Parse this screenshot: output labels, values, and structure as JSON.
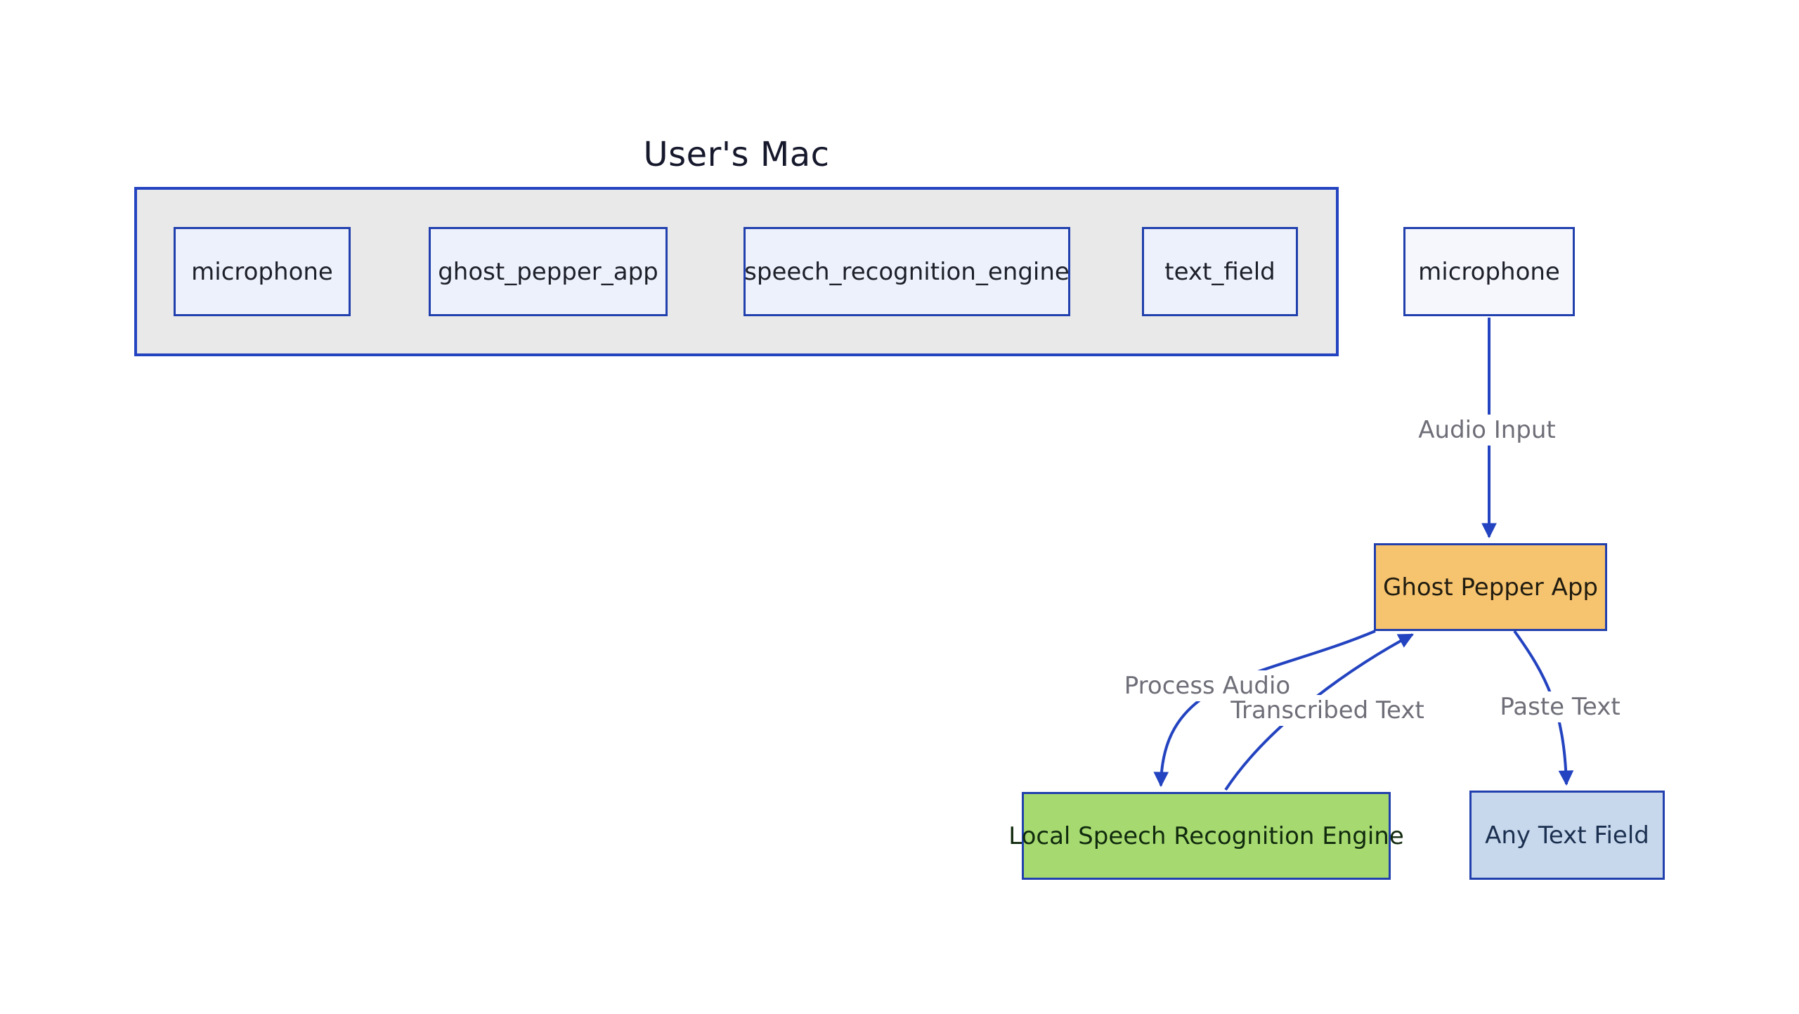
{
  "diagram": {
    "title": "User's Mac",
    "cluster": {
      "label": "User's Mac",
      "nodes": [
        {
          "id": "microphone",
          "label": "microphone"
        },
        {
          "id": "ghost_pepper_app",
          "label": "ghost_pepper_app"
        },
        {
          "id": "speech_recognition_engine",
          "label": "speech_recognition_engine"
        },
        {
          "id": "text_field",
          "label": "text_field"
        }
      ]
    },
    "nodes": [
      {
        "id": "microphone",
        "label": "microphone"
      },
      {
        "id": "ghost_pepper_app",
        "label": "Ghost Pepper App"
      },
      {
        "id": "local_speech_recognition_engine",
        "label": "Local Speech Recognition Engine"
      },
      {
        "id": "any_text_field",
        "label": "Any Text Field"
      }
    ],
    "edges": [
      {
        "from": "microphone",
        "to": "ghost_pepper_app",
        "label": "Audio Input"
      },
      {
        "from": "ghost_pepper_app",
        "to": "local_speech_recognition_engine",
        "label": "Process Audio"
      },
      {
        "from": "local_speech_recognition_engine",
        "to": "ghost_pepper_app",
        "label": "Transcribed Text"
      },
      {
        "from": "ghost_pepper_app",
        "to": "any_text_field",
        "label": "Paste Text"
      }
    ],
    "colors": {
      "edge_blue": "#2343c0",
      "node_border_blue": "#2140ae",
      "cluster_fill": "#e9e9e9",
      "cluster_node_fill": "#edf1fb",
      "microphone_fill": "#f5f7fd",
      "ghost_pepper_app_fill": "#f6c36e",
      "engine_fill": "#a6da70",
      "any_text_field_fill": "#c8d8ec",
      "edge_label_gray": "#6e6e78",
      "title_color": "#16182c",
      "background": "#ffffff"
    }
  }
}
